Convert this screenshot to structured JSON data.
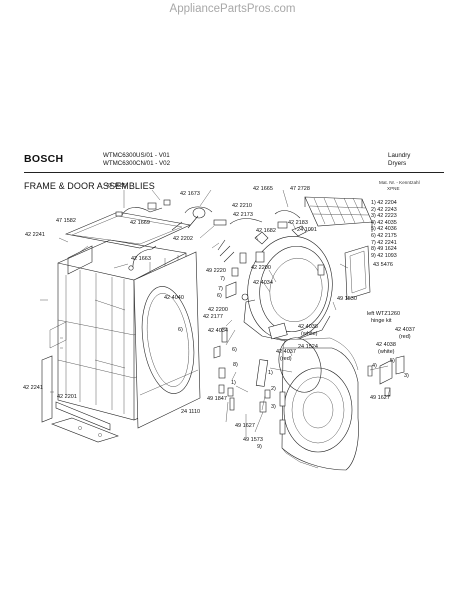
{
  "header": {
    "site": "AppliancePartsPros.com",
    "brand": "BOSCH",
    "models": [
      "WTMC6300US/01 - V01",
      "WTMC6300CN/01 - V02"
    ],
    "category": [
      "Laundry",
      "Dryers"
    ]
  },
  "section_title": "FRAME & DOOR ASSEMBLIES",
  "list_header": [
    "Mat. Nr. - Kenntzahl",
    "XPNE"
  ],
  "parts_list": [
    "1) 42 2204",
    "2) 42 2243",
    "3) 42 2223",
    "4) 42 4035",
    "5) 42 4036",
    "6) 42 2175",
    "7) 42 2241",
    "8) 49 1624",
    "9) 42 1093"
  ],
  "callouts": {
    "c421685": "42 1685",
    "c421673": "42 1673",
    "c421665": "42 1665",
    "c472728": "47 2728",
    "c422210": "42 2210",
    "c422173": "42 2173",
    "c422183": "42 2183",
    "c241091": "24 1091",
    "c471582": "47 1582",
    "c421669": "42 1669",
    "c422202": "42 2202",
    "c421682": "42 1682",
    "c421663": "42 1663",
    "c422241a": "42 2241",
    "c492220": "49 2220",
    "c422200": "42 2200",
    "c424034a": "42 4034",
    "c435476": "43 5476",
    "c424040": "42 4040",
    "c491530": "49 1530",
    "c422177": "42 2177",
    "c422200b": "42 2200",
    "c424034b": "42 4034",
    "c424038a": "42 4038",
    "c424038a2": "(white)",
    "c241524": "24 1524",
    "c424037a": "42 4037",
    "c424037a2": "(red)",
    "c_left1": "left WTZ1260",
    "c_left2": "hinge kit",
    "c424037b": "42 4037",
    "c424037b2": "(red)",
    "c424038b": "42 4038",
    "c424038b2": "(white)",
    "c422241b": "42 2241",
    "c422201": "42 2201",
    "c241110": "24 1110",
    "c491847": "49 1847",
    "c491627a": "49 1627",
    "c491627b": "49 1627",
    "c491573": "49 1573",
    "n6a": "6)",
    "n7a": "7)",
    "n6b": "6)",
    "n7b": "7)",
    "n6c": "6)",
    "n8": "8)",
    "n1a": "1)",
    "n1b": "1)",
    "n2": "2)",
    "n3a": "3)",
    "n3b": "3)",
    "n9": "9)",
    "n5": "5)",
    "n4": "4)"
  }
}
